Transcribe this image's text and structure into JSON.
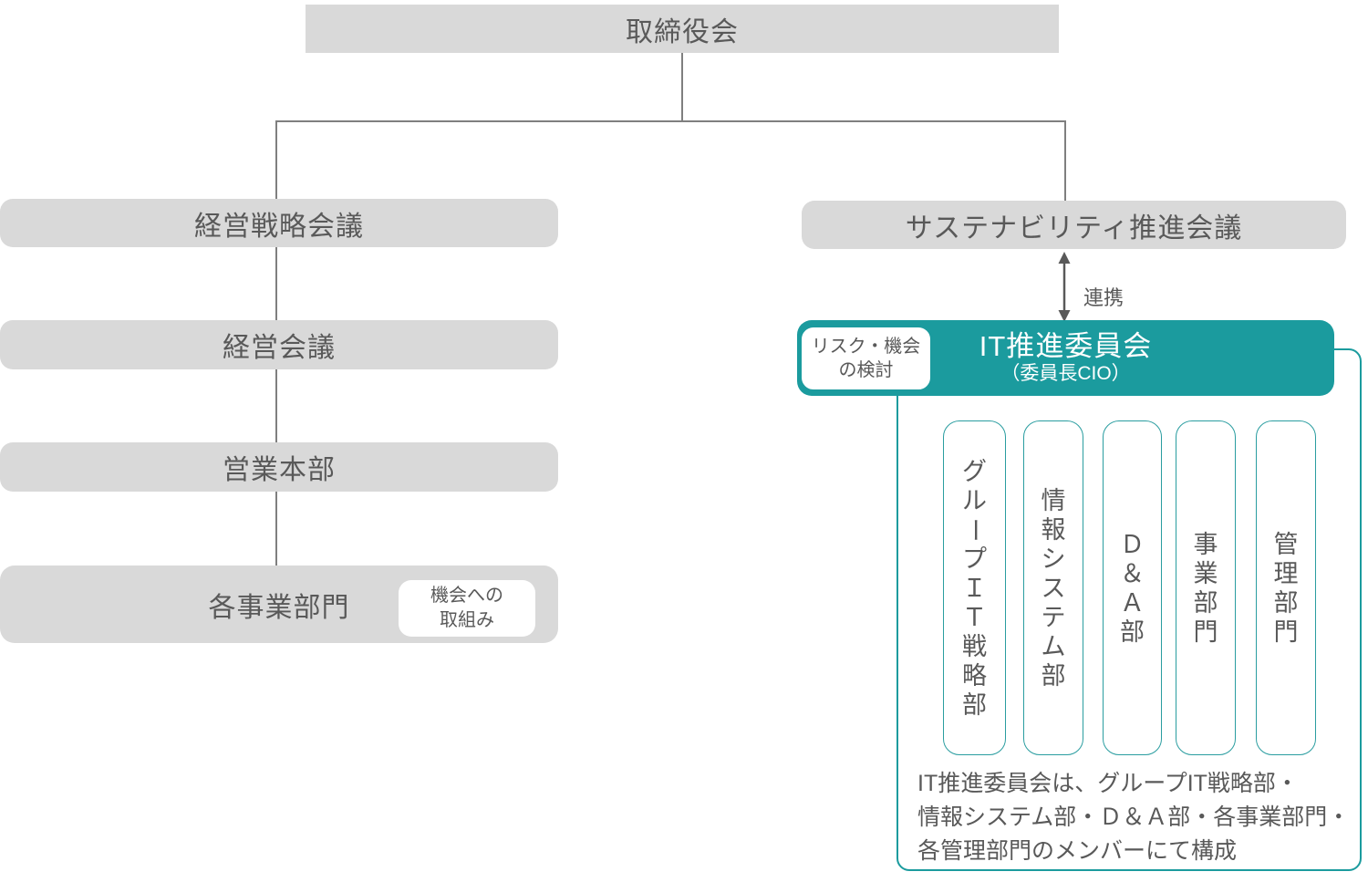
{
  "colors": {
    "teal": "#1b9b9e",
    "box_gray": "#d9d9d9",
    "text_gray": "#595959",
    "line_gray": "#7f7f7f",
    "white": "#ffffff"
  },
  "board": {
    "label": "取締役会"
  },
  "left_column": {
    "items": [
      {
        "label": "経営戦略会議"
      },
      {
        "label": "経営会議"
      },
      {
        "label": "営業本部"
      },
      {
        "label": "各事業部門"
      }
    ],
    "opportunity_badge": {
      "line1": "機会への",
      "line2": "取組み"
    }
  },
  "right_column": {
    "sustainability": {
      "label": "サステナビリティ推進会議"
    },
    "link_label": "連携",
    "risk_badge": {
      "line1": "リスク・機会",
      "line2": "の検討"
    },
    "committee": {
      "title": "IT推進委員会",
      "subtitle": "（委員長CIO）"
    },
    "departments": [
      {
        "label": "グループＩＴ戦略部"
      },
      {
        "label": "情報システム部"
      },
      {
        "label": "Ｄ＆Ａ部"
      },
      {
        "label": "事業部門"
      },
      {
        "label": "管理部門"
      }
    ],
    "note_lines": [
      "IT推進委員会は、グループIT戦略部・",
      "情報システム部・Ｄ＆Ａ部・各事業部門・",
      "各管理部門のメンバーにて構成"
    ]
  }
}
